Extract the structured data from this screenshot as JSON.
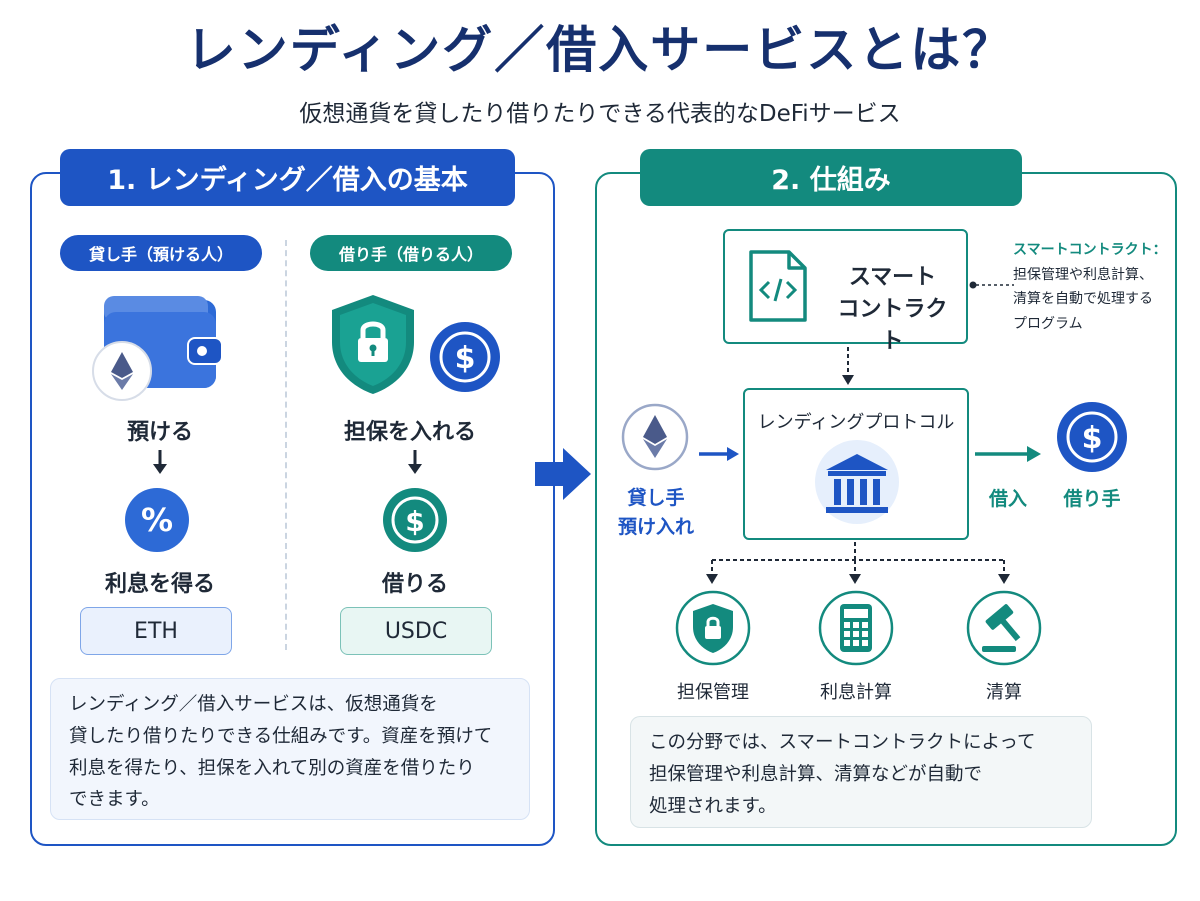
{
  "title": "レンディング／借入サービスとは？",
  "subtitle": "仮想通貨を貸したり借りたりできる代表的なDeFiサービス",
  "colors": {
    "blue": "#1e55c4",
    "teal": "#138a7e",
    "navy": "#16306e"
  },
  "left_panel": {
    "heading": "1. レンディング／借入の基本",
    "lender": {
      "pill": "貸し手（預ける人）",
      "step1": "預ける",
      "step2": "利息を得る",
      "asset": "ETH",
      "icons": [
        "wallet-icon",
        "eth-coin-icon",
        "arrow-down-icon",
        "percent-icon"
      ]
    },
    "borrower": {
      "pill": "借り手（借りる人）",
      "step1": "担保を入れる",
      "step2": "借りる",
      "asset": "USDC",
      "icons": [
        "shield-lock-icon",
        "usdc-coin-icon",
        "arrow-down-icon",
        "dollar-coin-icon"
      ]
    },
    "note": [
      "レンディング／借入サービスは、仮想通貨を",
      "貸したり借りたりできる仕組みです。資産を預けて",
      "利息を得たり、担保を入れて別の資産を借りたり",
      "できます。"
    ]
  },
  "right_panel": {
    "heading": "2. 仕組み",
    "smart_contract": [
      "スマート",
      "コントラクト"
    ],
    "smart_contract_note": {
      "title": "スマートコントラクト：",
      "lines": [
        "担保管理や利息計算、",
        "清算を自動で処理する",
        "プログラム"
      ]
    },
    "protocol": "レンディングプロトコル",
    "lender_label": [
      "貸し手",
      "預け入れ"
    ],
    "borrow_label": "借入",
    "borrower_label": "借り手",
    "functions": [
      "担保管理",
      "利息計算",
      "清算"
    ],
    "note": [
      "この分野では、スマートコントラクトによって",
      "担保管理や利息計算、清算などが自動で",
      "処理されます。"
    ]
  }
}
